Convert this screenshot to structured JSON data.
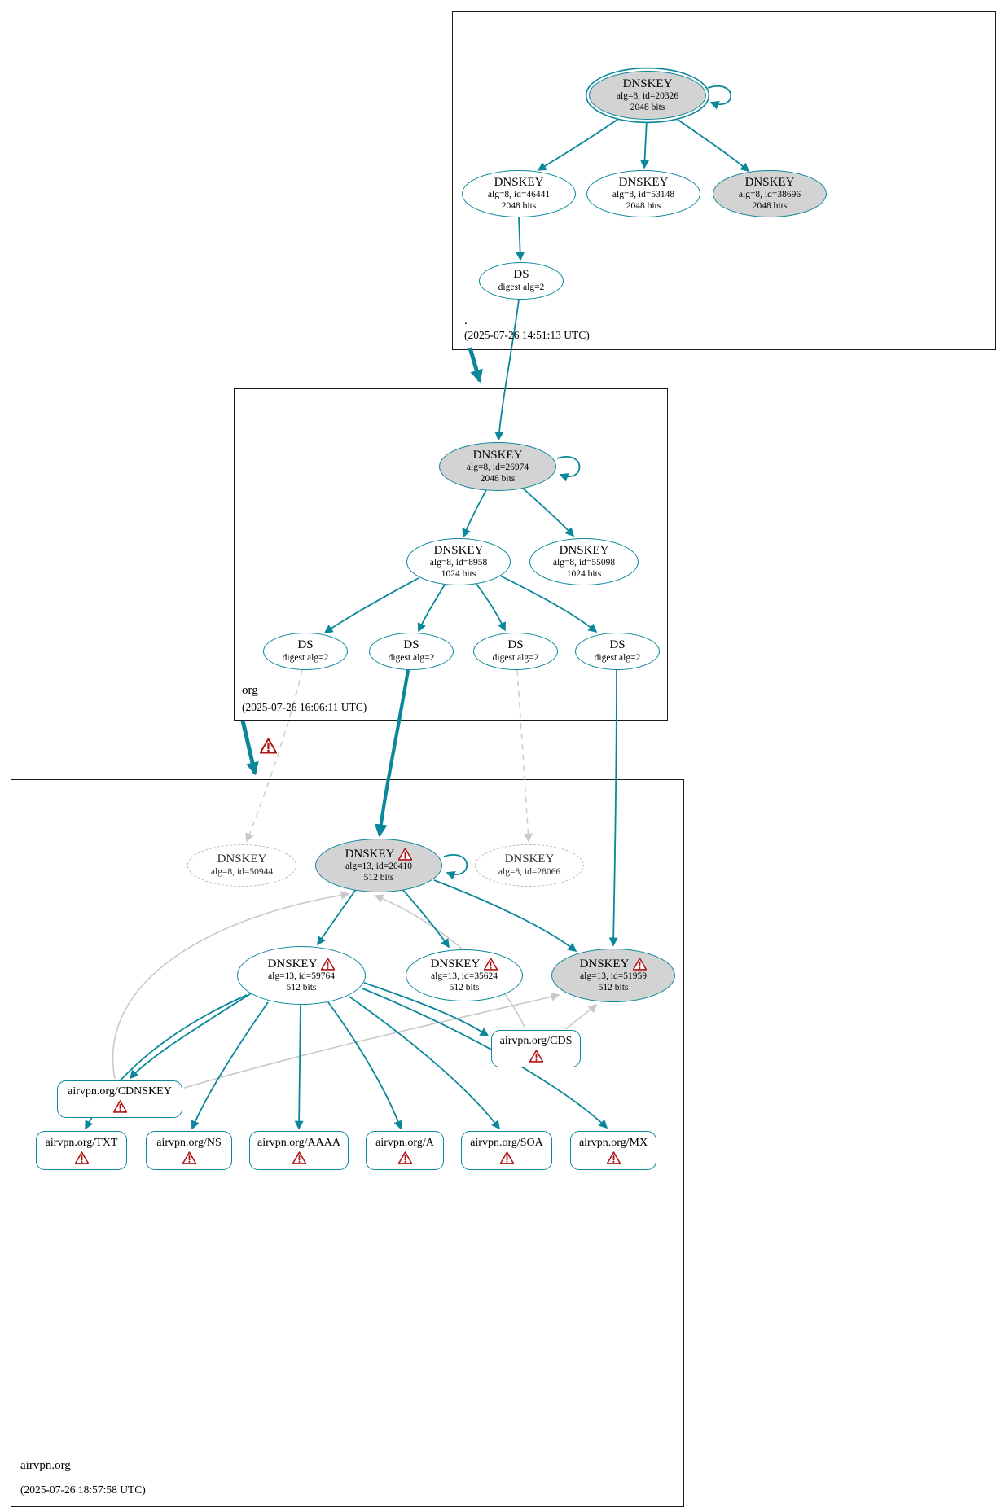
{
  "colors": {
    "accent_teal": "#0a879a",
    "warning_red": "#b01515",
    "ksk_fill_gray": "#d3d3d3",
    "edge_gray": "#c9c9c9"
  },
  "zones": {
    "root": {
      "name": ".",
      "timestamp": "(2025-07-26 14:51:13 UTC)"
    },
    "org": {
      "name": "org",
      "timestamp": "(2025-07-26 16:06:11 UTC)"
    },
    "airvpn": {
      "name": "airvpn.org",
      "timestamp": "(2025-07-26 18:57:58 UTC)"
    }
  },
  "nodes": {
    "root_ksk_20326": {
      "title": "DNSKEY",
      "detail": "alg=8, id=20326",
      "bits": "2048 bits"
    },
    "root_zsk_46441": {
      "title": "DNSKEY",
      "detail": "alg=8, id=46441",
      "bits": "2048 bits"
    },
    "root_zsk_53148": {
      "title": "DNSKEY",
      "detail": "alg=8, id=53148",
      "bits": "2048 bits"
    },
    "root_ksk_38696": {
      "title": "DNSKEY",
      "detail": "alg=8, id=38696",
      "bits": "2048 bits"
    },
    "root_ds": {
      "title": "DS",
      "detail": "digest alg=2"
    },
    "org_ksk_26974": {
      "title": "DNSKEY",
      "detail": "alg=8, id=26974",
      "bits": "2048 bits"
    },
    "org_zsk_8958": {
      "title": "DNSKEY",
      "detail": "alg=8, id=8958",
      "bits": "1024 bits"
    },
    "org_zsk_55098": {
      "title": "DNSKEY",
      "detail": "alg=8, id=55098",
      "bits": "1024 bits"
    },
    "org_ds_1": {
      "title": "DS",
      "detail": "digest alg=2"
    },
    "org_ds_2": {
      "title": "DS",
      "detail": "digest alg=2"
    },
    "org_ds_3": {
      "title": "DS",
      "detail": "digest alg=2"
    },
    "org_ds_4": {
      "title": "DS",
      "detail": "digest alg=2"
    },
    "airvpn_dnskey_50944": {
      "title": "DNSKEY",
      "detail": "alg=8, id=50944"
    },
    "airvpn_ksk_20410": {
      "title": "DNSKEY",
      "detail": "alg=13, id=20410",
      "bits": "512 bits"
    },
    "airvpn_dnskey_28066": {
      "title": "DNSKEY",
      "detail": "alg=8, id=28066"
    },
    "airvpn_zsk_59764": {
      "title": "DNSKEY",
      "detail": "alg=13, id=59764",
      "bits": "512 bits"
    },
    "airvpn_zsk_35624": {
      "title": "DNSKEY",
      "detail": "alg=13, id=35624",
      "bits": "512 bits"
    },
    "airvpn_ksk_51959": {
      "title": "DNSKEY",
      "detail": "alg=13, id=51959",
      "bits": "512 bits"
    },
    "airvpn_cds": {
      "label": "airvpn.org/CDS"
    },
    "airvpn_cdnskey": {
      "label": "airvpn.org/CDNSKEY"
    },
    "airvpn_txt": {
      "label": "airvpn.org/TXT"
    },
    "airvpn_ns": {
      "label": "airvpn.org/NS"
    },
    "airvpn_aaaa": {
      "label": "airvpn.org/AAAA"
    },
    "airvpn_a": {
      "label": "airvpn.org/A"
    },
    "airvpn_soa": {
      "label": "airvpn.org/SOA"
    },
    "airvpn_mx": {
      "label": "airvpn.org/MX"
    }
  }
}
